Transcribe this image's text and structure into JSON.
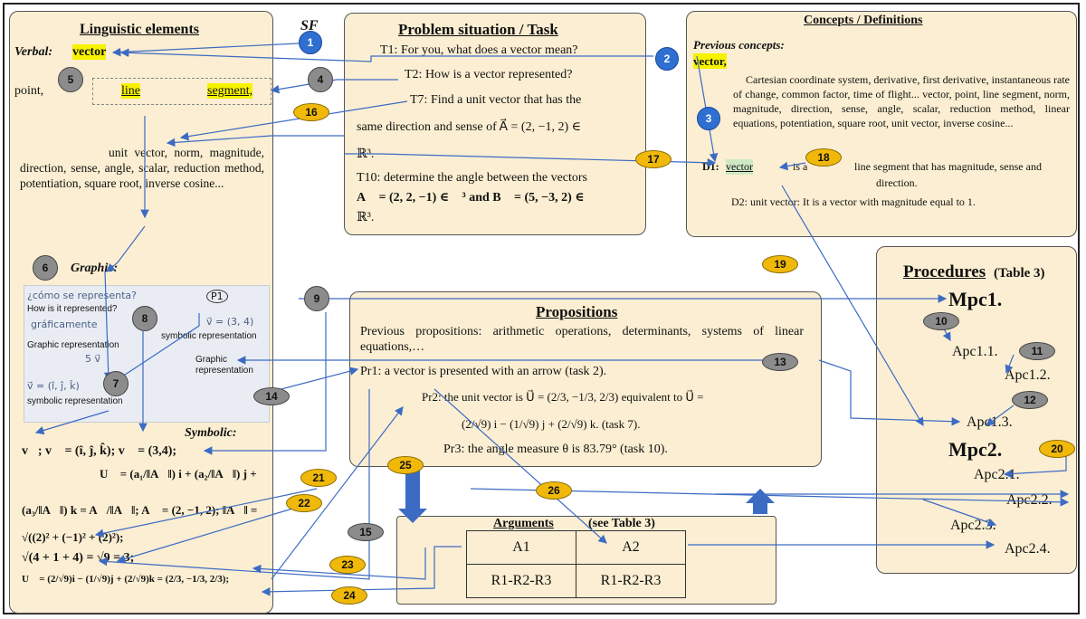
{
  "sf_label": "SF",
  "linguistic": {
    "title": "Linguistic elements",
    "verbal_label": "Verbal:",
    "vector": "vector",
    "point": "point,",
    "line": "line",
    "segment": "segment,",
    "list": "unit vector, norm, magnitude, direction, sense, angle, scalar, reduction method, potentiation, square root, inverse cosine...",
    "graphic_label": "Graphic:",
    "symbolic_label": "Symbolic:",
    "sym_lines": [
      "v⃗; v⃗ = (î, ĵ, k̂); v⃗ = (3,4);",
      "U⃗ = (a₁/‖A⃗‖) i + (a₂/‖A⃗‖) j +",
      "(a₃/‖A⃗‖) k = A⃗/‖A⃗‖; A⃗ = (2, −1, 2); ‖A⃗‖ =",
      "√((2)² + (−1)² + (2)²);",
      "√(4 + 1 + 4) = √9 = 3;",
      "U⃗ = (2/√9)i − (1/√9)j + (2/√9)k = (2/3, −1/3, 2/3);"
    ]
  },
  "graphic_image": {
    "hw_question": "¿cómo se representa?",
    "p1": "P1",
    "how": "How is it represented?",
    "grafic": "gráficamente",
    "graphic_rep": "Graphic representation",
    "sym_rep": "symbolic representation",
    "graphic_rep2": "Graphic representation",
    "sym_rep2": "symbolic representation",
    "hw_v34": "v⃗ = (3, 4)",
    "hw_vijk": "v⃗ = (î, ĵ, k̂)",
    "hw_5": "5 v⃗"
  },
  "task": {
    "title": "Problem situation / Task",
    "t1": "T1: For you, what does a vector mean?",
    "t2": "T2: How is a vector represented?",
    "t7a": "T7: Find a unit vector that has the",
    "t7b": "same direction and sense of A⃗ = (2, −1, 2) ∈",
    "t7c": "ℝ³.",
    "t10a": "T10: determine the angle between the vectors",
    "t10b": "A⃗ = (2, 2, −1) ∈ ℝ³ and B⃗ = (5, −3, 2) ∈",
    "t10c": "ℝ³."
  },
  "concepts": {
    "title": "Concepts / Definitions",
    "prev_label": "Previous concepts:",
    "vector": "vector,",
    "text": "Cartesian coordinate system, derivative, first derivative, instantaneous rate of change, common factor, time of flight... vector, point, line segment, norm, magnitude, direction, sense, angle, scalar, reduction method, linear equations, potentiation, square root, unit vector, inverse cosine...",
    "d1_label": "D1:",
    "d1_vector": "vector",
    "d1_text_a": "is a",
    "d1_text_b": "line segment that has magnitude, sense and",
    "d1_text_c": "direction.",
    "d2": "D2: unit vector: It is a vector with magnitude equal to 1."
  },
  "propositions": {
    "title": "Propositions",
    "prev": "Previous propositions: arithmetic operations, determinants, systems of linear equations,…",
    "pr1": "Pr1: a vector is presented with an arrow (task 2).",
    "pr2a": "Pr2: the unit vector is U⃗ = (2/3, −1/3, 2/3) equivalent to U⃗ =",
    "pr2b": "(2/√9) i − (1/√9) j + (2/√9) k. (task 7).",
    "pr3": "Pr3: the angle measure θ is 83.79° (task 10)."
  },
  "procedures": {
    "title": "Procedures",
    "title_suffix": "(Table 3)",
    "items": [
      "Mpc1.",
      "Apc1.1.",
      "Apc1.2.",
      "Apc1.3.",
      "Mpc2.",
      "Apc2.1.",
      "Apc2.2.",
      "Apc2.3.",
      "Apc2.4."
    ]
  },
  "arguments": {
    "title": "Arguments",
    "see": "(see Table 3)",
    "headers": [
      "A1",
      "A2"
    ],
    "values": [
      "R1-R2-R3",
      "R1-R2-R3"
    ]
  },
  "badges": [
    "1",
    "2",
    "3",
    "4",
    "5",
    "6",
    "7",
    "8",
    "9",
    "10",
    "11",
    "12",
    "13",
    "14",
    "15",
    "16",
    "17",
    "18",
    "19",
    "20",
    "21",
    "22",
    "23",
    "24",
    "25",
    "26"
  ],
  "colors": {
    "box_fill": "#fbeed2",
    "highlight": "#f7f200",
    "blue_badge": "#2f6fd1",
    "yellow_badge": "#f0b90a",
    "gray_badge": "#8c8c8c",
    "arrow": "#3c6bc4"
  }
}
